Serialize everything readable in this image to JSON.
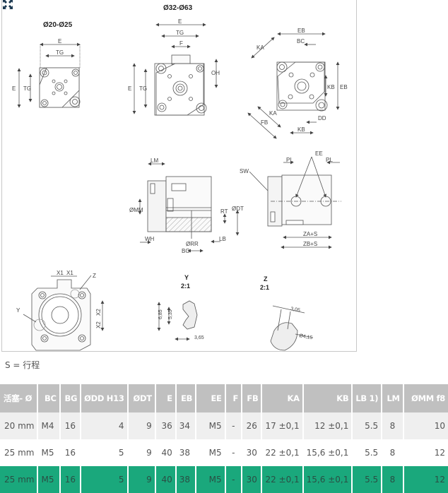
{
  "drawing": {
    "views": {
      "small_bore_title": "Ø20-Ø25",
      "large_bore_title": "Ø32-Ø63",
      "detail_y_title": "Y",
      "detail_y_scale": "2:1",
      "detail_z_title": "Z",
      "detail_z_scale": "2:1"
    },
    "dimension_labels": {
      "E": "E",
      "TG": "TG",
      "F": "F",
      "OH": "OH",
      "EB": "EB",
      "BC": "BC",
      "KA": "KA",
      "KB": "KB",
      "FB": "FB",
      "DD": "DD",
      "LM": "LM",
      "MM": "ØMM",
      "WH": "WH",
      "RR": "ØRR",
      "BG": "BG",
      "LB": "LB",
      "RT": "RT",
      "DT": "ØDT",
      "SW": "SW",
      "PL": "PL",
      "EE": "EE",
      "ZA": "ZA+S",
      "ZB": "ZB+S",
      "X1": "X1",
      "X2": "X2",
      "Y": "Y",
      "Z": "Z"
    },
    "detail_values": {
      "y_685": "6,85",
      "y_535": "5,35",
      "y_365": "3,65",
      "z_305": "3,05",
      "z_415": "Ø4,15"
    },
    "expand_icon": "expand-arrows-icon"
  },
  "note": "S = 行程",
  "table": {
    "headers": [
      "活塞- Ø",
      "BC",
      "BG",
      "ØDD H13",
      "ØDT",
      "E",
      "EB",
      "EE",
      "F",
      "FB",
      "KA",
      "KB",
      "LB 1)",
      "LM",
      "ØMM f8"
    ],
    "rows": [
      {
        "cells": [
          "20 mm",
          "M4",
          "16",
          "4",
          "9",
          "36",
          "34",
          "M5",
          "-",
          "26",
          "17 ±0,1",
          "12 ±0,1",
          "5.5",
          "8",
          "10"
        ],
        "selected": false
      },
      {
        "cells": [
          "25 mm",
          "M5",
          "16",
          "5",
          "9",
          "40",
          "38",
          "M5",
          "-",
          "30",
          "22 ±0,1",
          "15,6 ±0,1",
          "5.5",
          "8",
          "12"
        ],
        "selected": false
      },
      {
        "cells": [
          "25 mm",
          "M5",
          "16",
          "5",
          "9",
          "40",
          "38",
          "M5",
          "-",
          "30",
          "22 ±0,1",
          "15,6 ±0,1",
          "5.5",
          "8",
          "12"
        ],
        "selected": true
      }
    ]
  },
  "colors": {
    "header_bg": "#c0c0c0",
    "selected_row_bg": "#1aa87c",
    "stripe_bg": "#efefef"
  }
}
